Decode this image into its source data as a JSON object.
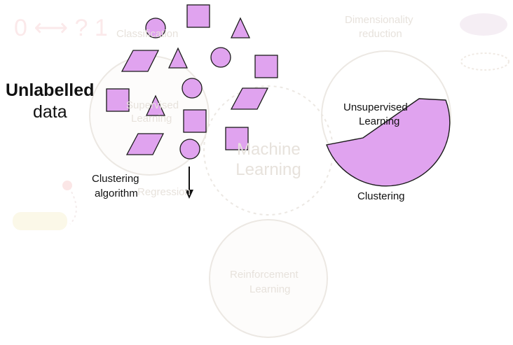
{
  "colors": {
    "shape_fill": "#e0a3ef",
    "shape_stroke": "#1a1a1a",
    "faded": "#ece8e3",
    "faded_text": "#e6e1db"
  },
  "labels": {
    "unlabelled_title": "Unlabelled",
    "unlabelled_sub": "data",
    "clustering_algorithm_line1": "Clustering",
    "clustering_algorithm_line2": "algorithm",
    "unsupervised_line1": "Unsupervised",
    "unsupervised_line2": "Learning",
    "clustering": "Clustering"
  },
  "background_labels": {
    "zero_question_one": "0 ⟷ ? 1",
    "classification": "Classification",
    "supervised_line1": "Supervised",
    "supervised_line2": "Learning",
    "machine_line1": "Machine",
    "machine_line2": "Learning",
    "regression": "Regression",
    "dimensionality_line1": "Dimensionality",
    "dimensionality_line2": "reduction",
    "reinforcement_line1": "Reinforcement",
    "reinforcement_line2": "Learning"
  },
  "shapes": [
    {
      "kind": "circle"
    },
    {
      "kind": "square"
    },
    {
      "kind": "triangle"
    },
    {
      "kind": "parallelogram"
    },
    {
      "kind": "triangle"
    },
    {
      "kind": "circle"
    },
    {
      "kind": "square"
    },
    {
      "kind": "circle"
    },
    {
      "kind": "square"
    },
    {
      "kind": "triangle"
    },
    {
      "kind": "parallelogram"
    },
    {
      "kind": "square"
    },
    {
      "kind": "parallelogram"
    },
    {
      "kind": "circle"
    },
    {
      "kind": "square"
    }
  ]
}
